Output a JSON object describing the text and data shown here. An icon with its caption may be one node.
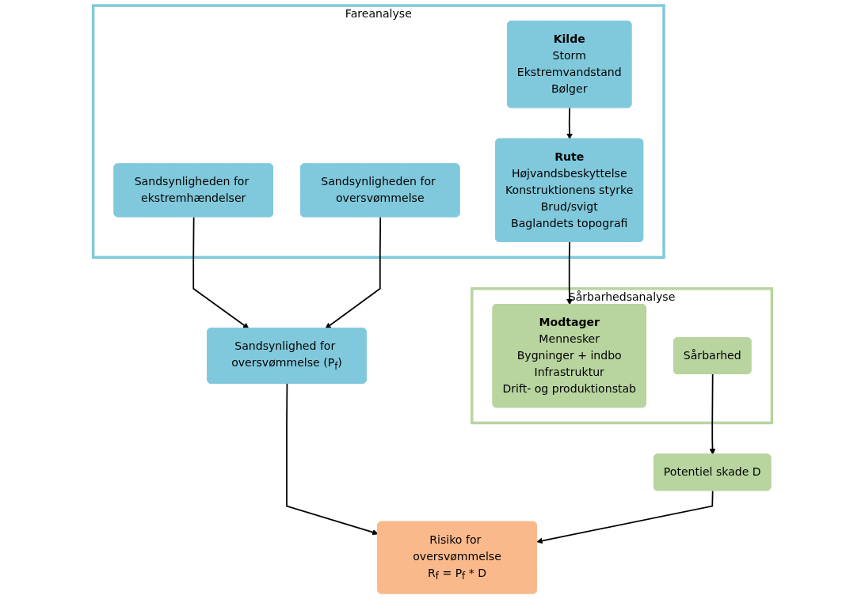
{
  "diagram": {
    "nodes": [
      {
        "text": [
          "Fareanalyse"
        ]
      },
      {
        "text": [
          "Kilde",
          "Storm",
          "Ekstremvandstand",
          "Bølger"
        ],
        "in": 0
      },
      {
        "text": [
          "Sandsynligheden for ekstremhændelser"
        ],
        "in": 0
      },
      {
        "text": [
          "Rute",
          "Højvandsbeskyttelse",
          "Konstruktionens styrke",
          "Brud/svigt",
          "Baglandets topografi"
        ],
        "in": 0
      },
      {
        "text": [
          "Sandsynligheden for oversvømmelse"
        ],
        "in": 0
      },
      {
        "text": [
          "Sårbarhedsanalyse"
        ]
      },
      {
        "text": [
          "Modtager",
          "Mennesker",
          "Bygninger + indbo",
          "Infrastruktur",
          "Drift- og produktionstab"
        ],
        "in": 5
      },
      {
        "text": [
          "Sårbarhed"
        ],
        "in": 5
      },
      {
        "text": [
          "Sandsynlighed for oversvømmelse (P$_{f}$)"
        ]
      },
      {
        "text": [
          "Potentiel skade D"
        ]
      },
      {
        "text": [
          "Risiko for oversvømmelse",
          "R$_{f}$ = P$_{f}$ * D"
        ]
      }
    ],
    "edges": [
      {
        "from": 1,
        "to": 3,
        "arrow": "to"
      },
      {
        "from": 3,
        "to": 6,
        "arrow": "to"
      },
      {
        "from": 2,
        "to": 8,
        "arrow": "to"
      },
      {
        "from": 4,
        "to": 8,
        "arrow": "to"
      },
      {
        "from": 7,
        "to": 9,
        "arrow": "to"
      },
      {
        "from": 8,
        "to": 10,
        "arrow": "to"
      },
      {
        "from": 9,
        "to": 10,
        "arrow": "to"
      }
    ]
  }
}
